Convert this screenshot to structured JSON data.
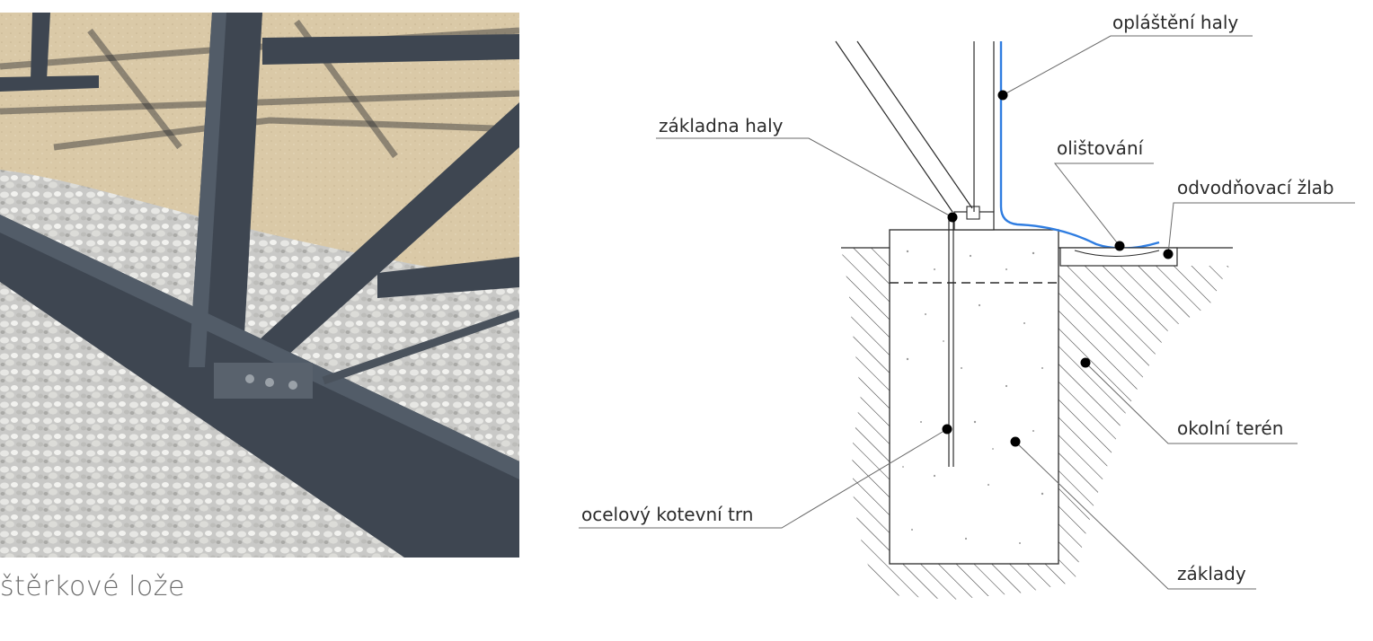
{
  "photo": {
    "caption": "štěrkové lože"
  },
  "diagram": {
    "labels": {
      "cladding": "opláštění haly",
      "hall_base": "základna haly",
      "flashing": "olištování",
      "drain_channel": "odvodňovací žlab",
      "surrounding_terrain": "okolní terén",
      "anchor_pin": "ocelový kotevní trn",
      "foundations": "základy"
    },
    "colors": {
      "cladding_line": "#2f7de1",
      "hatch": "#3a3a3a",
      "leader": "#6a6a6a",
      "frame": "#3d4650",
      "gravel": "#cfcfcf",
      "sand": "#d9c8a6"
    }
  }
}
